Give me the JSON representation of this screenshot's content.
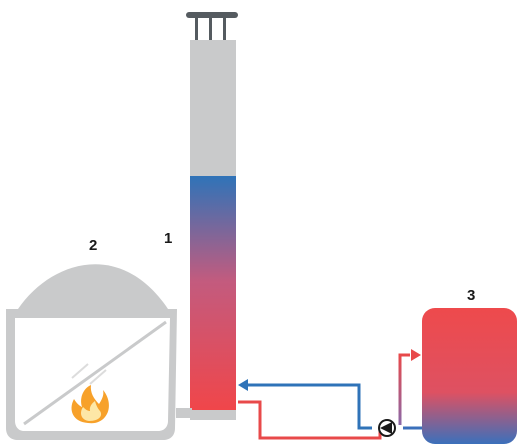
{
  "labels": {
    "chimney": "1",
    "stove": "2",
    "tank": "3"
  },
  "colors": {
    "gray": "#c9cacb",
    "blue": "#2f73b8",
    "red": "#e8494a",
    "flame_outer": "#f7a12a",
    "flame_inner": "#fde7a6"
  },
  "icons": [
    "flame-icon",
    "pump-icon"
  ]
}
